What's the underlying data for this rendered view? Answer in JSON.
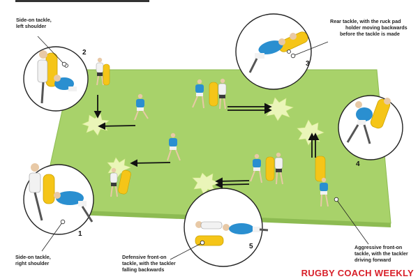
{
  "captions": {
    "c1": [
      "Side-on tackle,",
      "right shoulder"
    ],
    "c2": [
      "Side-on tackle,",
      "left shoulder"
    ],
    "c3": [
      "Rear tackle, with the ruck pad",
      "holder moving backwards",
      "before the tackle is made"
    ],
    "c4": [
      "Aggressive front-on",
      "tackle, with the tackler",
      "driving forward"
    ],
    "c5": [
      "Defensive front-on",
      "tackle, with the tackler",
      "falling backwards"
    ]
  },
  "numbers": {
    "n1": "1",
    "n2": "2",
    "n3": "3",
    "n4": "4",
    "n5": "5"
  },
  "brand": "RUGBY COACH WEEKLY",
  "colors": {
    "pitch": "#a8d26a",
    "pitch_edge": "#8dbb52",
    "jersey_blue": "#2a8fd0",
    "jersey_white": "#f2f2f2",
    "ruck_pad": "#f5c518",
    "shorts": "#3a3a3a",
    "brand": "#d8202a"
  },
  "icons": [
    "player-icon",
    "ruck-pad-icon",
    "impact-burst-icon",
    "direction-arrow-icon"
  ]
}
